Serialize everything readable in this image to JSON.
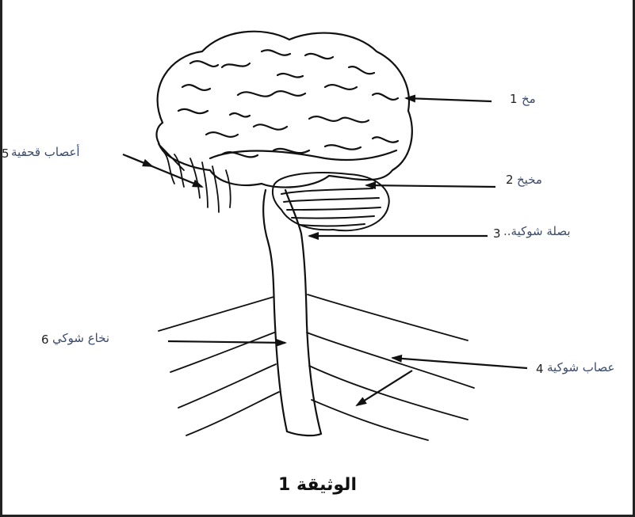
{
  "labels": {
    "l1": {
      "text": "مخ",
      "num": "1"
    },
    "l2": {
      "text": "مخيخ",
      "num": "2"
    },
    "l3": {
      "text": "بصلة شوكية..",
      "num": "3"
    },
    "l4": {
      "text": "عصاب شوكية",
      "num": "4"
    },
    "l5": {
      "text": "أعصاب قحفية",
      "num": "5"
    },
    "l6": {
      "text": "نخاع شوكي",
      "num": "6"
    }
  },
  "caption": "الوثيقة 1"
}
